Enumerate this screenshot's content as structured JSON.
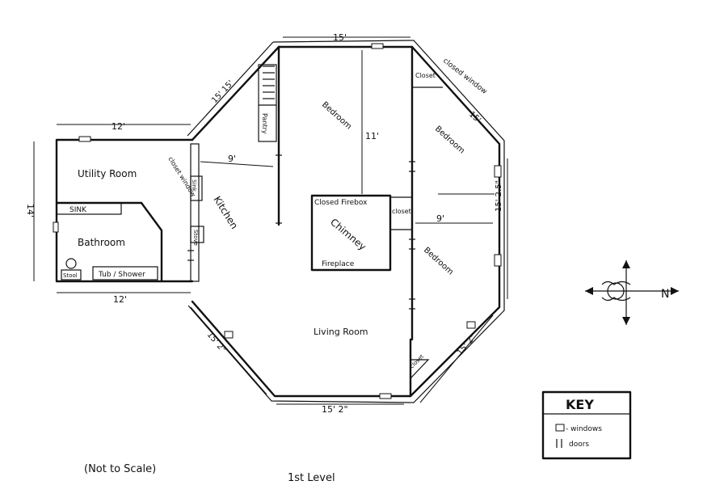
{
  "plan": {
    "level_label": "1st Level",
    "scale_note": "(Not to Scale)"
  },
  "rooms": {
    "utility": "Utility Room",
    "sink": "SINK",
    "bathroom": "Bathroom",
    "toilet": "Stool",
    "tub": "Tub / Shower",
    "kitchen": "Kitchen",
    "pantry": "Pantry",
    "closet_window_left": "closet window",
    "sink_kitchen": "Sink",
    "stove": "Stove",
    "bedroom_top": "Bedroom",
    "bedroom_right_top": "Bedroom",
    "bedroom_right_bottom": "Bedroom",
    "chimney": "Chimney",
    "closed_firebox": "Closed Firebox",
    "fireplace": "Fireplace",
    "closet_center": "closet",
    "closet_top_right": "Closet",
    "closed_window_top_right": "closed window",
    "closet_bottom_right": "closet",
    "living_room": "Living Room"
  },
  "dimensions": {
    "top": "15'",
    "upper_left": "15' 15'",
    "upper_right": "15'",
    "utility_top": "12'",
    "utility_side": "14'",
    "utility_bottom": "12'",
    "kitchen_width": "9'",
    "bedroom_height": "11'",
    "bedroom_width": "9'",
    "right_side": "15' 2.5\"",
    "lower_right": "15' 2\"",
    "bottom": "15' 2\"",
    "lower_left": "15' 2\""
  },
  "compass": {
    "north_label": "N"
  },
  "key": {
    "title": "KEY",
    "windows": "- windows",
    "doors": "doors"
  }
}
